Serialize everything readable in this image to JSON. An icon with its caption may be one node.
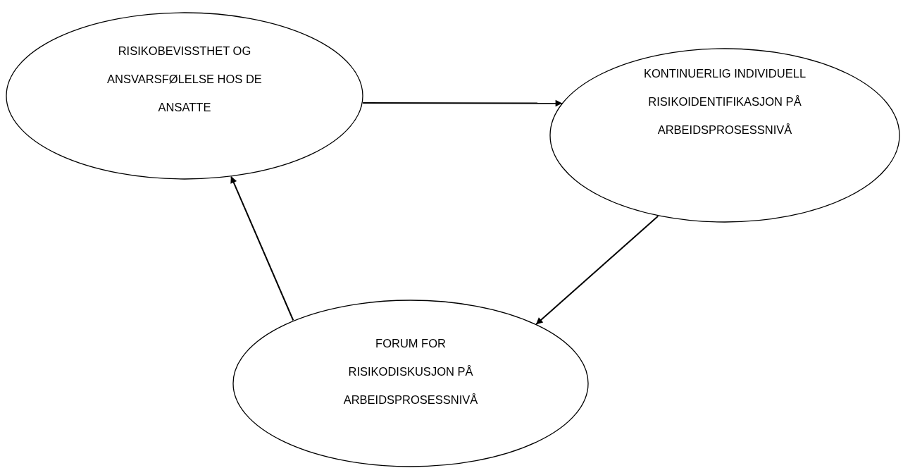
{
  "diagram": {
    "nodes": [
      {
        "text": [
          "RISIKOBEVISSTHET OG ANSVARSFØLELSE HOS DE ANSATTE"
        ]
      },
      {
        "text": [
          "KONTINUERLIG INDIVIDUELL RISIKOIDENTIFIKASJON PÅ ARBEIDSPROSESSNIVÅ"
        ]
      },
      {
        "text": [
          "FORUM FOR RISIKODISKUSJON PÅ ARBEIDSPROSESSNIVÅ"
        ]
      }
    ],
    "edges": [
      {
        "from": 0,
        "to": 1,
        "arrow": "to"
      },
      {
        "from": 1,
        "to": 2,
        "arrow": "to"
      },
      {
        "from": 2,
        "to": 0,
        "arrow": "to"
      }
    ]
  }
}
